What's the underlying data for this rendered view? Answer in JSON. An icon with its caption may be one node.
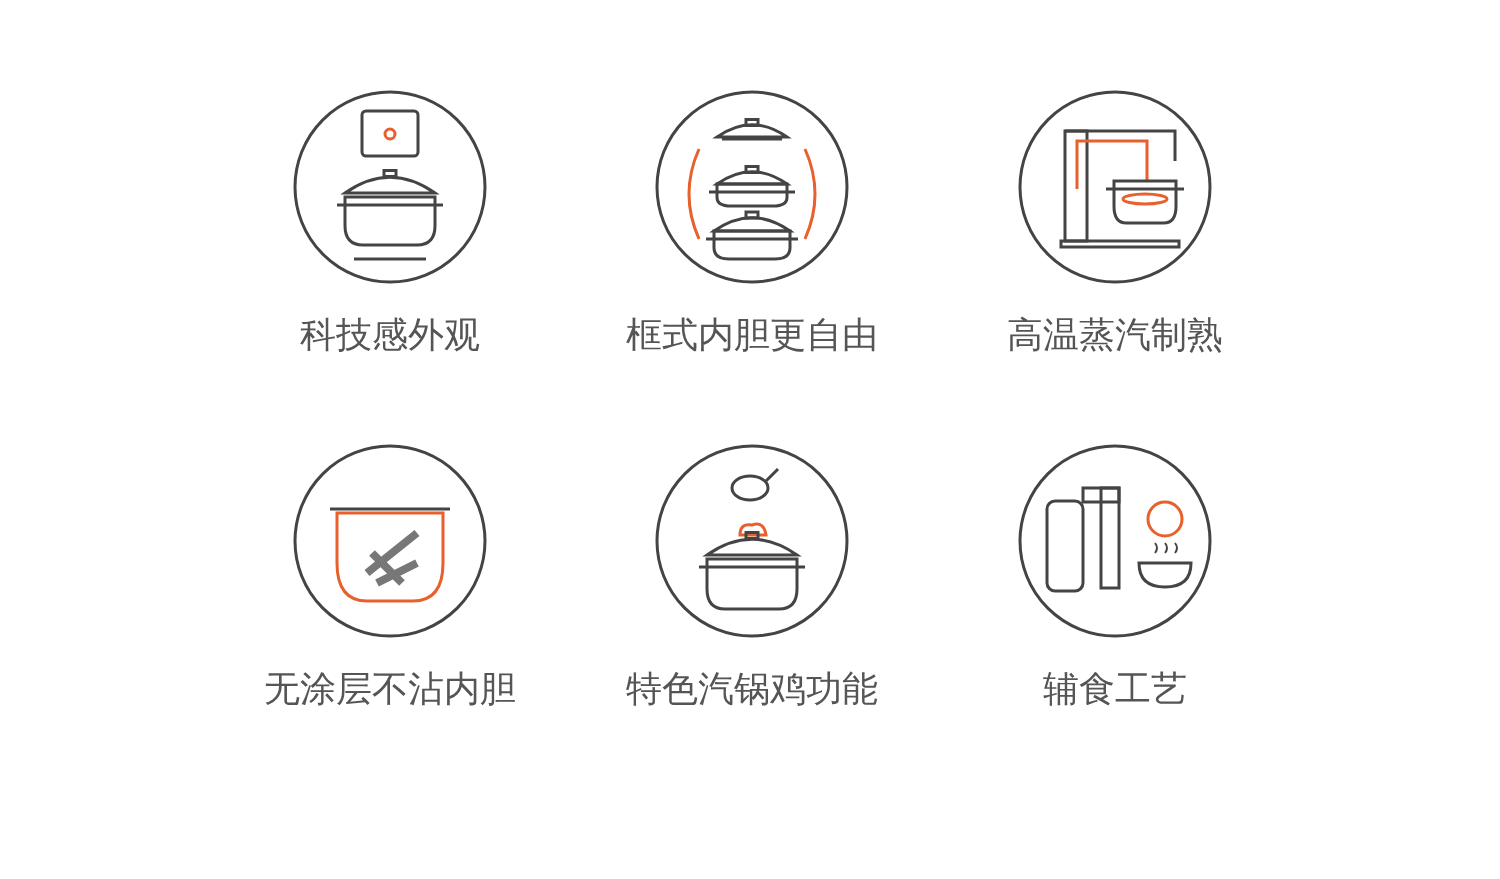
{
  "diagram": {
    "nodes": [
      {
        "text": [
          "科技感外观"
        ]
      },
      {
        "text": [
          "框式内胆更自由"
        ]
      },
      {
        "text": [
          "高温蒸汽制熟"
        ]
      },
      {
        "text": [
          "无涂层不沾内胆"
        ]
      },
      {
        "text": [
          "特色汽锅鸡功能"
        ]
      },
      {
        "text": [
          "辅食工艺"
        ]
      }
    ]
  }
}
